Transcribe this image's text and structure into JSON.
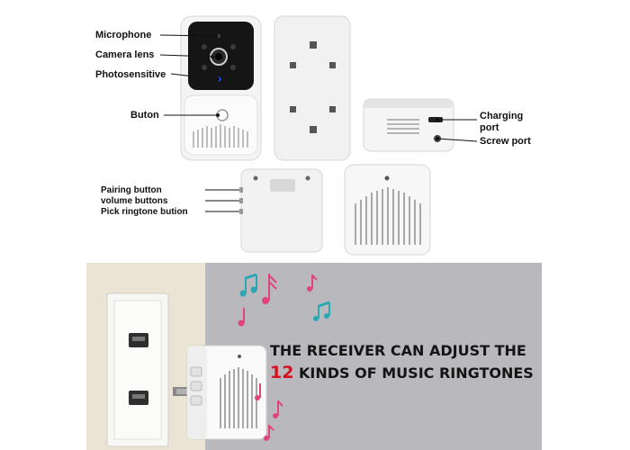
{
  "labels": {
    "microphone": "Microphone",
    "camera_lens": "Camera lens",
    "photosensitive": "Photosensitive",
    "button": "Buton",
    "charging_port_line1": "Charging",
    "charging_port_line2": "port",
    "screw_port": "Screw port",
    "pairing_button": "Pairing button",
    "volume_buttons": "volume buttons",
    "pick_ringtone_button": "Pick ringtone bution"
  },
  "banner": {
    "headline_line1": "THE RECEIVER CAN ADJUST THE",
    "headline_number": "12",
    "headline_line2": "KINDS OF MUSIC RINGTONES"
  },
  "colors": {
    "accent_red": "#d80f1e",
    "note_pink": "#e0457a",
    "note_teal": "#2aa7b5",
    "banner_grey": "#b9b9bd",
    "wall_beige": "#ebe3d3"
  },
  "icons": [
    "music-note-icon",
    "music-note-icon",
    "music-note-icon",
    "music-note-icon",
    "music-note-icon",
    "music-note-icon"
  ]
}
